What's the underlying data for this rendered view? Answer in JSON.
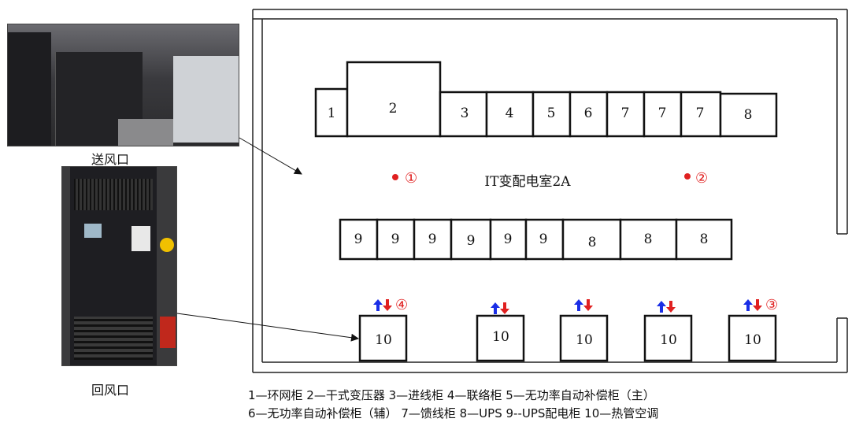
{
  "labels": {
    "supply_air": "送风口",
    "return_air": "回风口",
    "room_name": "IT变配电室2A"
  },
  "cabinets_top": [
    "1",
    "2",
    "3",
    "4",
    "5",
    "6",
    "7",
    "7",
    "7",
    "8"
  ],
  "cabinets_mid": [
    "9",
    "9",
    "9",
    "9",
    "9",
    "9",
    "8",
    "8",
    "8"
  ],
  "ac_units": [
    "10",
    "10",
    "10",
    "10",
    "10"
  ],
  "markers": {
    "m1": "①",
    "m2": "②",
    "m3": "③",
    "m4": "④"
  },
  "legend": {
    "line1": "1—环网柜   2—干式变压器   3—进线柜   4—联络柜   5—无功率自动补偿柜（主）",
    "line2": "6—无功率自动补偿柜（辅）   7—馈线柜   8—UPS   9--UPS配电柜   10—热管空调"
  },
  "colors": {
    "marker_red": "#e02020",
    "arrow_blue": "#1a2ee6",
    "arrow_red": "#e02020"
  }
}
